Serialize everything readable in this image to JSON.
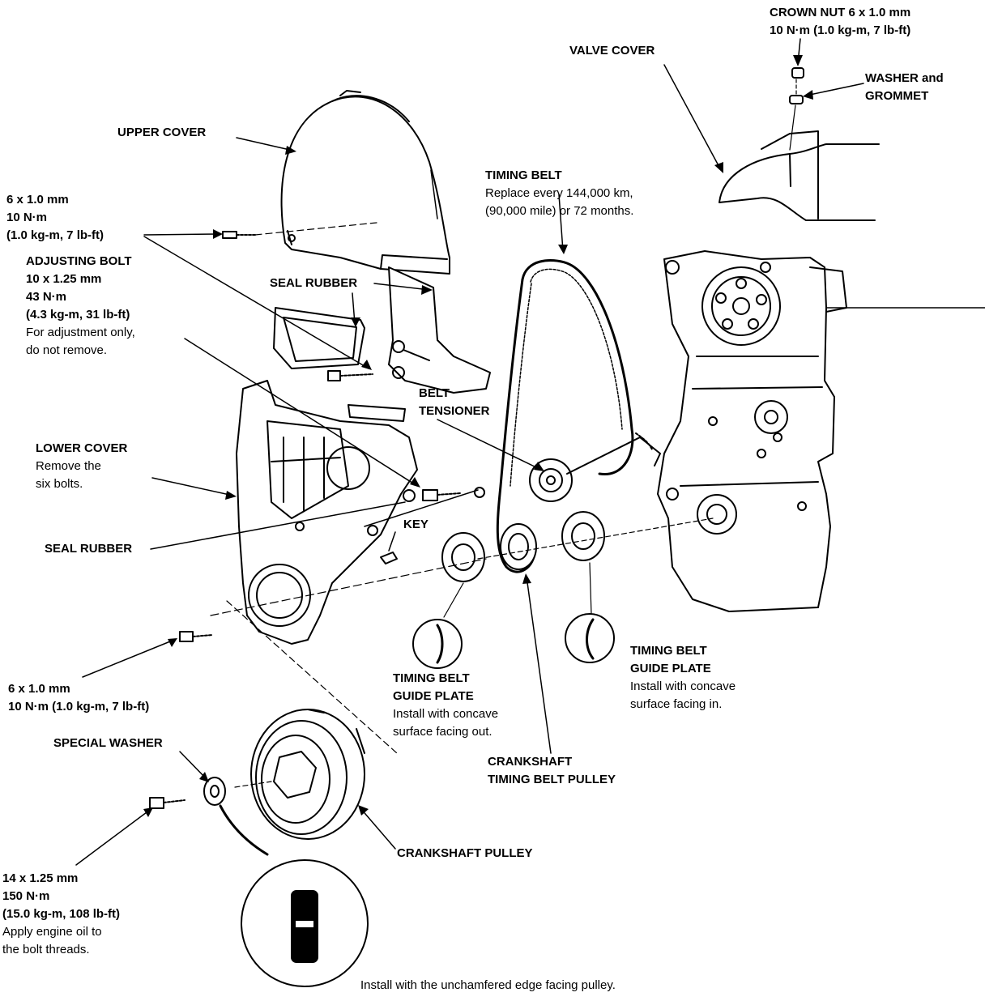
{
  "labels": {
    "crown_nut": {
      "line1": "CROWN NUT 6 x 1.0 mm",
      "line2": "10 N·m (1.0 kg-m, 7 lb-ft)"
    },
    "valve_cover": {
      "line1": "VALVE COVER"
    },
    "washer_grommet": {
      "line1": "WASHER and",
      "line2": "GROMMET"
    },
    "upper_cover": {
      "line1": "UPPER COVER"
    },
    "bolt_6x1_upper": {
      "line1": "6 x 1.0 mm",
      "line2": "10 N·m",
      "line3": "(1.0 kg-m, 7 lb-ft)"
    },
    "adjusting_bolt": {
      "line1": "ADJUSTING BOLT",
      "line2": "10 x 1.25 mm",
      "line3": "43 N·m",
      "line4": "(4.3 kg-m, 31 lb-ft)",
      "line5": "For adjustment only,",
      "line6": "do not remove."
    },
    "seal_rubber_top": {
      "line1": "SEAL RUBBER"
    },
    "timing_belt": {
      "line1": "TIMING BELT",
      "line2": "Replace every 144,000 km,",
      "line3": "(90,000 mile) or 72 months."
    },
    "belt_tensioner": {
      "line1": "BELT",
      "line2": "TENSIONER"
    },
    "lower_cover": {
      "line1": "LOWER COVER",
      "line2": "Remove the",
      "line3": "six bolts."
    },
    "seal_rubber_lower": {
      "line1": "SEAL RUBBER"
    },
    "key": {
      "line1": "KEY"
    },
    "guide_plate_right": {
      "line1": "TIMING BELT",
      "line2": "GUIDE PLATE",
      "line3": "Install with concave",
      "line4": "surface facing in."
    },
    "guide_plate_center": {
      "line1": "TIMING BELT",
      "line2": "GUIDE PLATE",
      "line3": "Install with concave",
      "line4": "surface facing out."
    },
    "bolt_6x1_lower": {
      "line1": "6 x 1.0 mm",
      "line2": "10 N·m (1.0 kg-m, 7 lb-ft)"
    },
    "special_washer": {
      "line1": "SPECIAL WASHER"
    },
    "crank_belt_pulley": {
      "line1": "CRANKSHAFT",
      "line2": "TIMING BELT PULLEY"
    },
    "crank_pulley": {
      "line1": "CRANKSHAFT PULLEY"
    },
    "crank_bolt": {
      "line1": "14 x 1.25 mm",
      "line2": "150 N·m",
      "line3": "(15.0 kg-m, 108 lb-ft)",
      "line4": "Apply engine oil to",
      "line5": "the bolt threads."
    },
    "washer_note": {
      "line1": "Install with the unchamfered edge facing pulley."
    }
  },
  "colors": {
    "ink": "#000000",
    "paper": "#ffffff"
  }
}
